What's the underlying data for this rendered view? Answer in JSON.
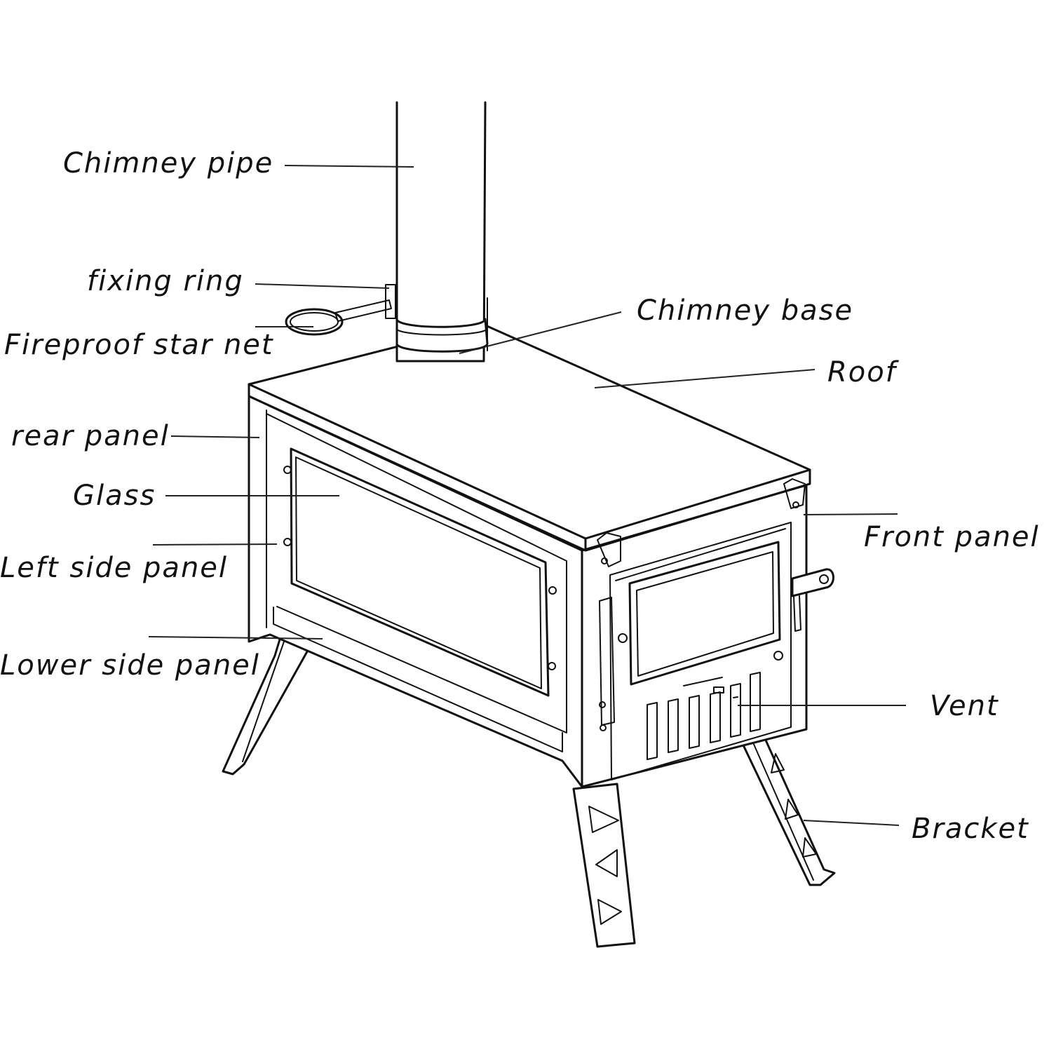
{
  "labels": {
    "chimney_pipe": "Chimney pipe",
    "fixing_ring": "fixing ring",
    "fireproof_star_net": "Fireproof star net",
    "chimney_base": "Chimney base",
    "roof": "Roof",
    "rear_panel": "rear panel",
    "glass": "Glass",
    "front_panel": "Front panel",
    "left_side_panel": "Left side panel",
    "lower_side_panel": "Lower side panel",
    "vent": "Vent",
    "bracket": "Bracket"
  }
}
